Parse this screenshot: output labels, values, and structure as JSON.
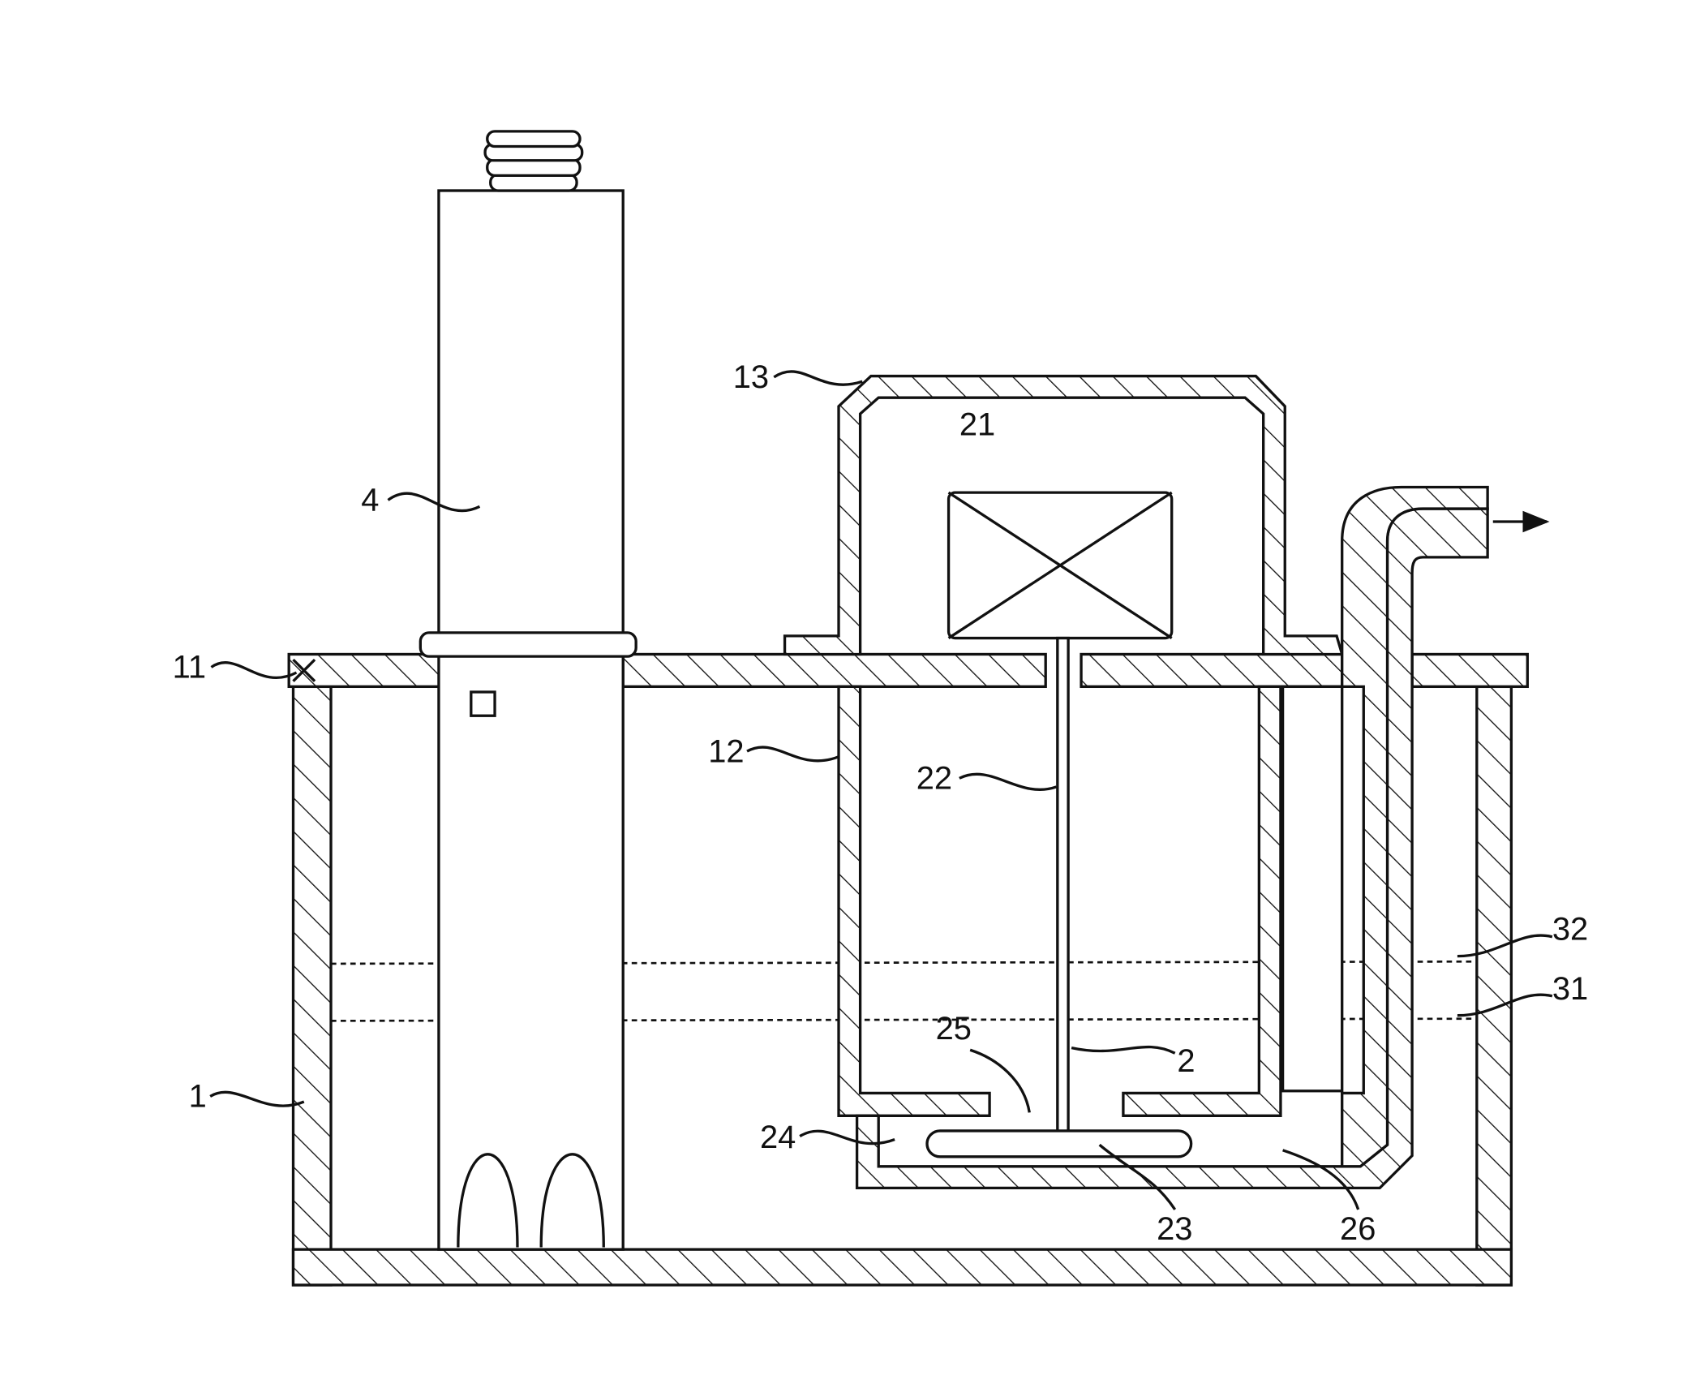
{
  "labels": {
    "tank": "1",
    "pump": "2",
    "column": "4",
    "lid": "11",
    "inner_chamber": "12",
    "housing": "13",
    "motor": "21",
    "shaft": "22",
    "impeller": "23",
    "pump_chamber": "24",
    "inlet": "25",
    "outlet_channel": "26",
    "level_low": "31",
    "level_high": "32"
  }
}
